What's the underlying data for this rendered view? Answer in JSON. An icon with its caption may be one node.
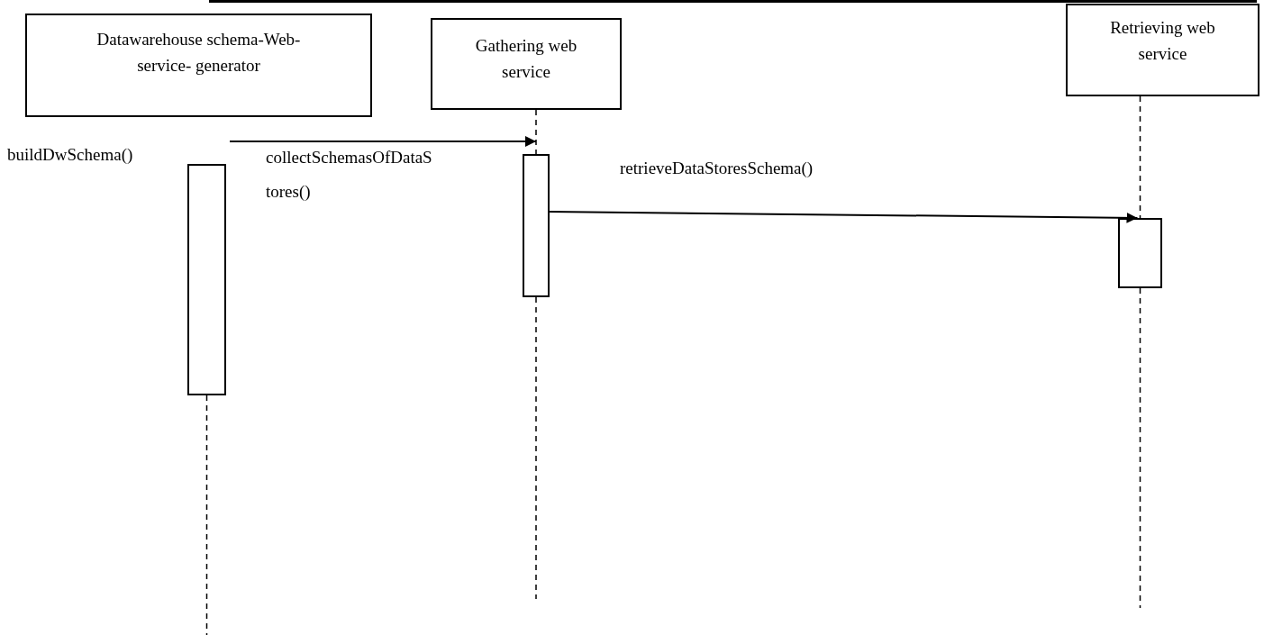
{
  "diagram": {
    "nodes": [
      {
        "text": [
          "Datawarehouse schema-Web-service- generator"
        ]
      },
      {
        "text": [
          "Gathering web service"
        ]
      },
      {
        "text": [
          "Retrieving web service"
        ]
      },
      {
        "text": [],
        "shape": "bar"
      },
      {
        "text": [],
        "shape": "bar"
      },
      {
        "text": [],
        "shape": "bar"
      }
    ],
    "edges": [
      {
        "from": 3,
        "to": 4,
        "arrow": "to",
        "label": "collectSchemasOfDataStores()"
      },
      {
        "from": 4,
        "to": 5,
        "arrow": "to",
        "label": "retrieveDataStoresSchema()"
      },
      {
        "from": 1,
        "to": 4,
        "arrow": "none",
        "style": "dashed"
      },
      {
        "from": 2,
        "to": 5,
        "arrow": "none",
        "style": "dashed"
      },
      {
        "from": 3,
        "to": null,
        "arrow": "none",
        "style": "dashed"
      },
      {
        "from": 4,
        "to": null,
        "arrow": "none",
        "style": "dashed"
      },
      {
        "from": 5,
        "to": null,
        "arrow": "none",
        "style": "dashed"
      }
    ],
    "labels": [
      "buildDwSchema()"
    ]
  }
}
